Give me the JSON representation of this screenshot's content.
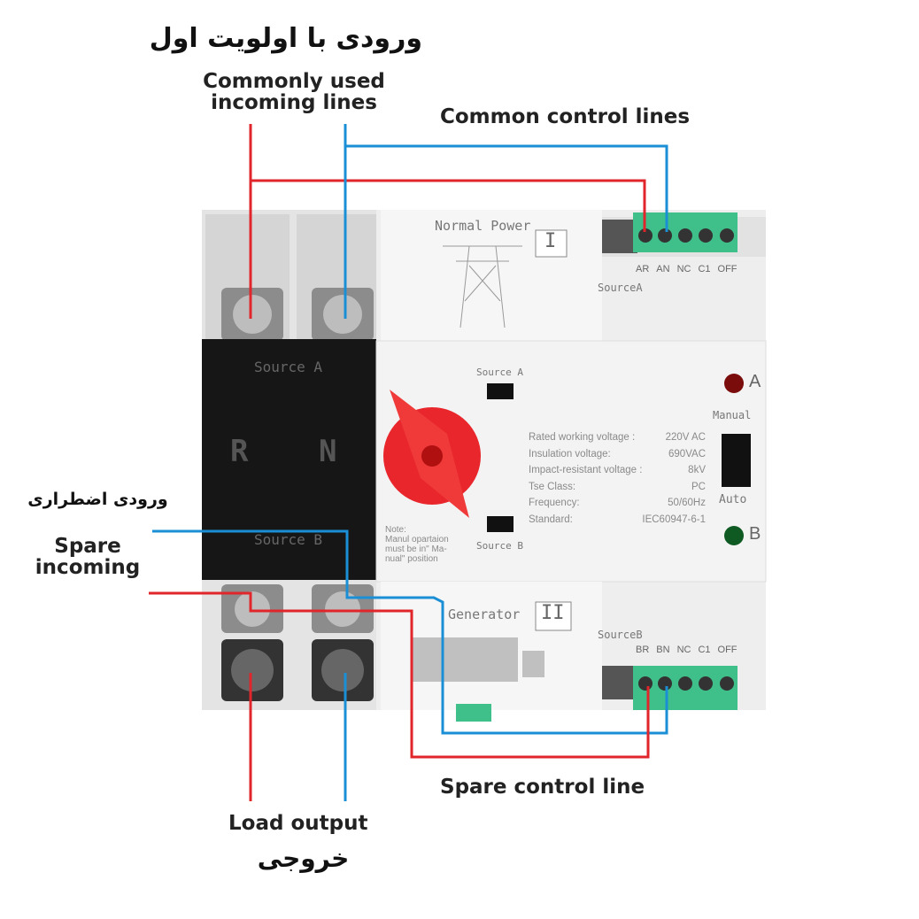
{
  "labels": {
    "priority_input_fa": "ورودی با اولویت اول",
    "commonly_used_line1": "Commonly used",
    "commonly_used_line2": "incoming lines",
    "common_control_lines": "Common control lines",
    "emergency_input_fa": "ورودی اضطراری",
    "spare_incoming_line1": "Spare",
    "spare_incoming_line2": "incoming",
    "spare_control_line": "Spare control line",
    "load_output": "Load output",
    "output_fa": "خروجی"
  },
  "device": {
    "normal_power": "Normal Power",
    "module_a_numeral": "I",
    "generator": "Generator",
    "module_b_numeral": "II",
    "source_a_block": "Source A",
    "source_b_block": "Source B",
    "phase_r": "R",
    "phase_n": "N",
    "window_source_a": "Source A",
    "window_source_b": "Source B",
    "note": [
      "Note:",
      "Manul opartaion",
      "must be in\" Ma-",
      "nual\" position"
    ],
    "specs": [
      {
        "k": "Rated working voltage :",
        "v": "220V AC"
      },
      {
        "k": "Insulation voltage:",
        "v": "690VAC"
      },
      {
        "k": "Impact-resistant voltage :",
        "v": "8kV"
      },
      {
        "k": "Tse Class:",
        "v": "PC"
      },
      {
        "k": "Frequency:",
        "v": "50/60Hz"
      },
      {
        "k": "Standard:",
        "v": "IEC60947-6-1"
      }
    ],
    "indicator_a": "A",
    "indicator_b": "B",
    "mode_manual": "Manual",
    "mode_auto": "Auto",
    "source_a_label": "SourceA",
    "source_b_label": "SourceB",
    "terminals_a": [
      "AR",
      "AN",
      "NC",
      "C1",
      "OFF"
    ],
    "terminals_b": [
      "BR",
      "BN",
      "NC",
      "C1",
      "OFF"
    ]
  },
  "colors": {
    "red_wire": "#e0262b",
    "blue_wire": "#1b8fd6",
    "terminal_green": "#3fc08a",
    "knob_red": "#e8262c"
  }
}
